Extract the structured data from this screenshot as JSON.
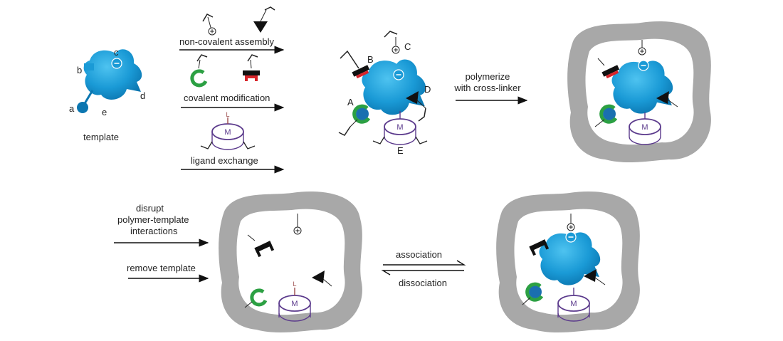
{
  "template": {
    "label": "template",
    "sites": [
      "a",
      "b",
      "c",
      "d",
      "e"
    ]
  },
  "steps": {
    "non_covalent": "non-covalent assembly",
    "covalent": "covalent modification",
    "ligand": "ligand exchange",
    "polymerize_line1": "polymerize",
    "polymerize_line2": "with cross-linker",
    "disrupt_line1": "disrupt",
    "disrupt_line2": "polymer-template",
    "disrupt_line3": "interactions",
    "remove": "remove template",
    "association": "association",
    "dissociation": "dissociation"
  },
  "functional_groups": [
    "A",
    "B",
    "C",
    "D",
    "E"
  ],
  "metal": {
    "center": "M",
    "ligand": "L"
  },
  "charges": {
    "negative": "−",
    "positive": "+"
  },
  "colors": {
    "template_blue": "#1a9ad6",
    "polymer_gray": "#a8a8a8",
    "green_ring": "#2ca043",
    "red_clamp": "#d8242a",
    "metal_purple": "#5b3a8c"
  }
}
